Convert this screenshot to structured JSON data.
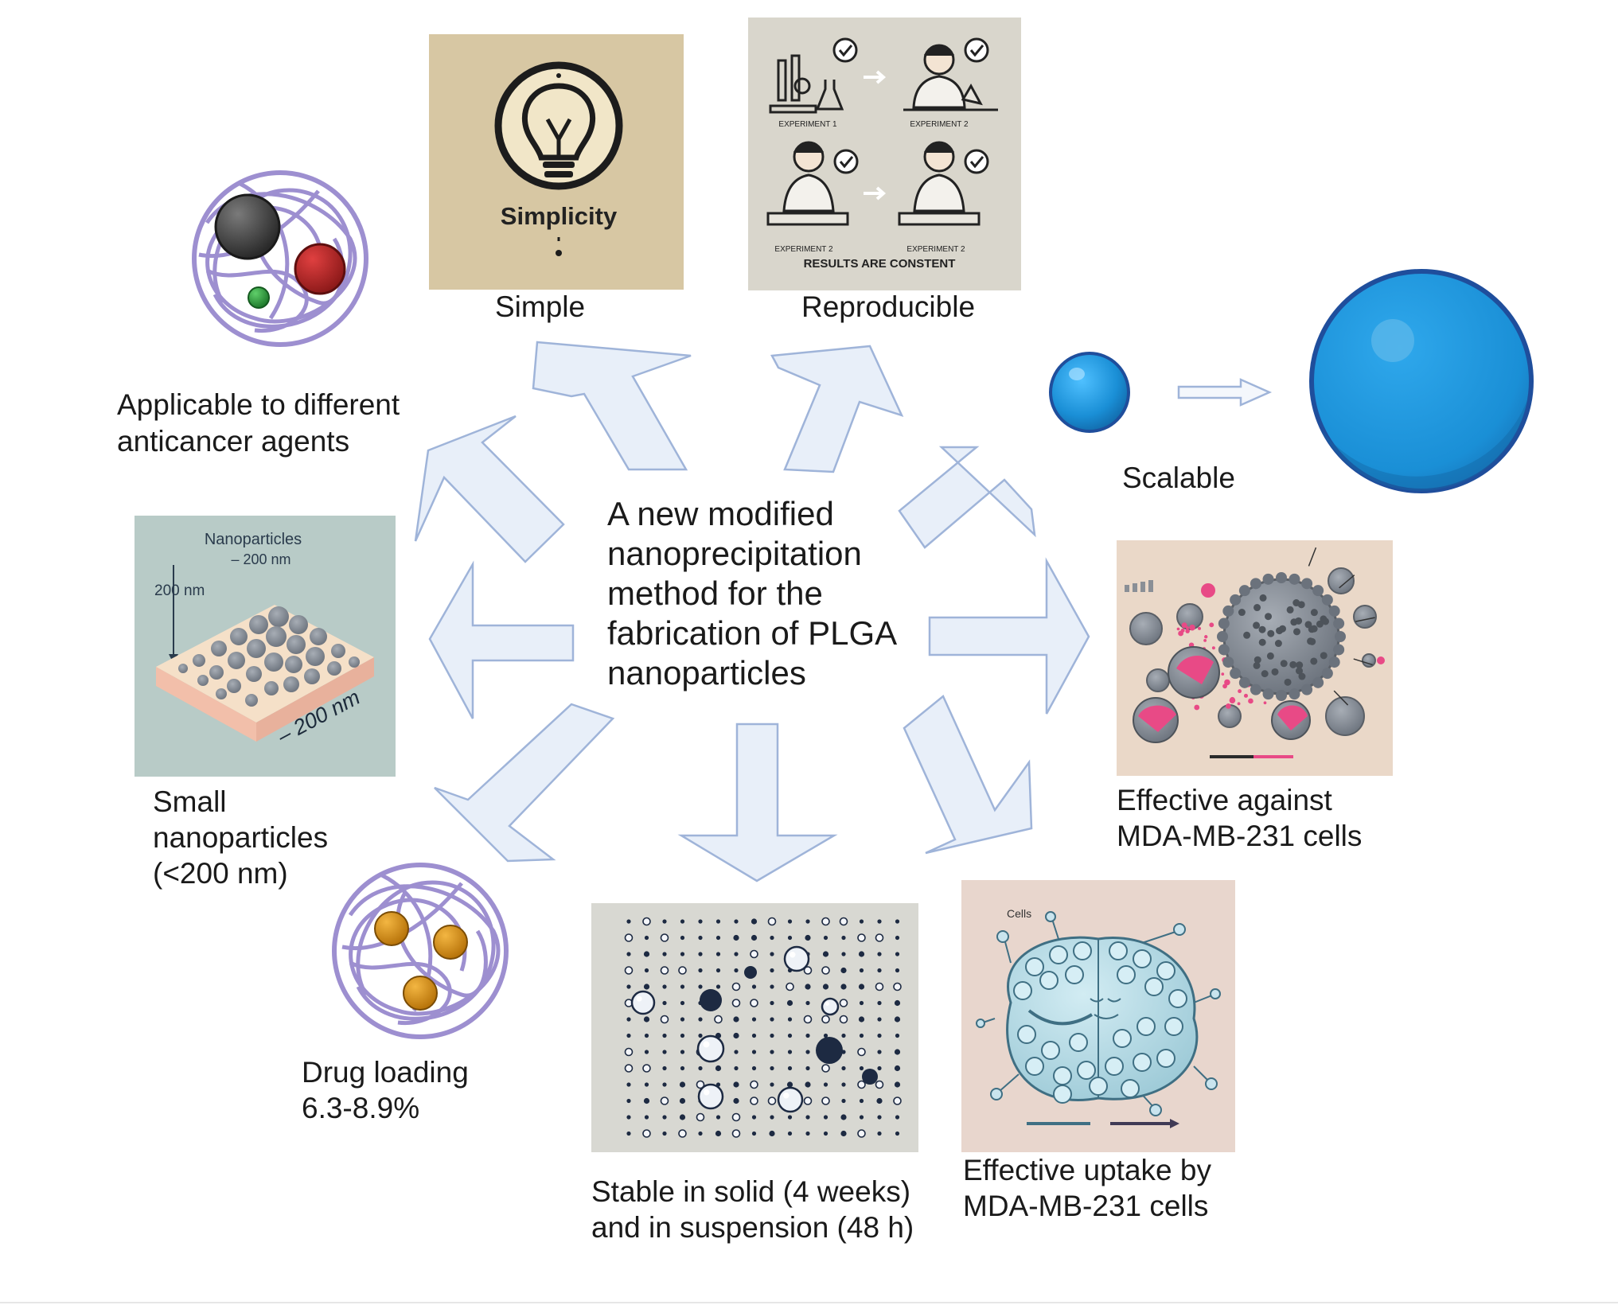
{
  "center": {
    "lines": [
      "A new modified",
      "nanoprecipitation",
      "method for the",
      "fabrication of PLGA",
      "nanoparticles"
    ]
  },
  "features": {
    "simple": {
      "label": "Simple",
      "panel_text": "Simplicity"
    },
    "reproducible": {
      "label": "Reproducible",
      "panel_texts": [
        "EXPERIMENT 1",
        "EXPERIMENT 2",
        "EXPERIMENT 2",
        "EXPERIMENT 2",
        "RESULTS ARE CONSTENT"
      ]
    },
    "scalable": {
      "label": "Scalable"
    },
    "applicable": {
      "lines": [
        "Applicable to different",
        "anticancer agents"
      ]
    },
    "small": {
      "lines": [
        "Small",
        "nanoparticles",
        "(<200 nm)"
      ],
      "panel_texts": [
        "Nanoparticles",
        "– 200 nm",
        "200 nm",
        "– 200 nm"
      ]
    },
    "drug_loading": {
      "lines": [
        "Drug loading",
        "6.3-8.9%"
      ]
    },
    "stable": {
      "lines": [
        "Stable in solid (4 weeks)",
        "and in suspension (48 h)"
      ]
    },
    "uptake": {
      "lines": [
        "Effective uptake by",
        "MDA-MB-231 cells"
      ],
      "panel_text": "Cells"
    },
    "effective": {
      "lines": [
        "Effective against",
        "MDA-MB-231 cells"
      ]
    }
  },
  "colors": {
    "arrow_fill": "#e8eff9",
    "arrow_stroke": "#9fb4d9",
    "small_sphere": "#1a8fd6",
    "large_sphere": "#1a8fd6",
    "sphere_rim": "#1f4e9c",
    "polymer_coil": "#9d8fd0",
    "drug_orange": "#d4900e",
    "panel_simple_bg": "#d7c7a3",
    "panel_reproducible_bg": "#d9d6cc",
    "panel_small_bg": "#b8cbc7",
    "panel_effective_bg": "#ead8c8",
    "panel_uptake_bg": "#e8d6cd",
    "panel_stable_bg": "#d8d8d2"
  },
  "icons": [
    "lightbulb-icon",
    "checkmark-icon",
    "polymer-nanoparticle-icon",
    "sphere-icon"
  ]
}
